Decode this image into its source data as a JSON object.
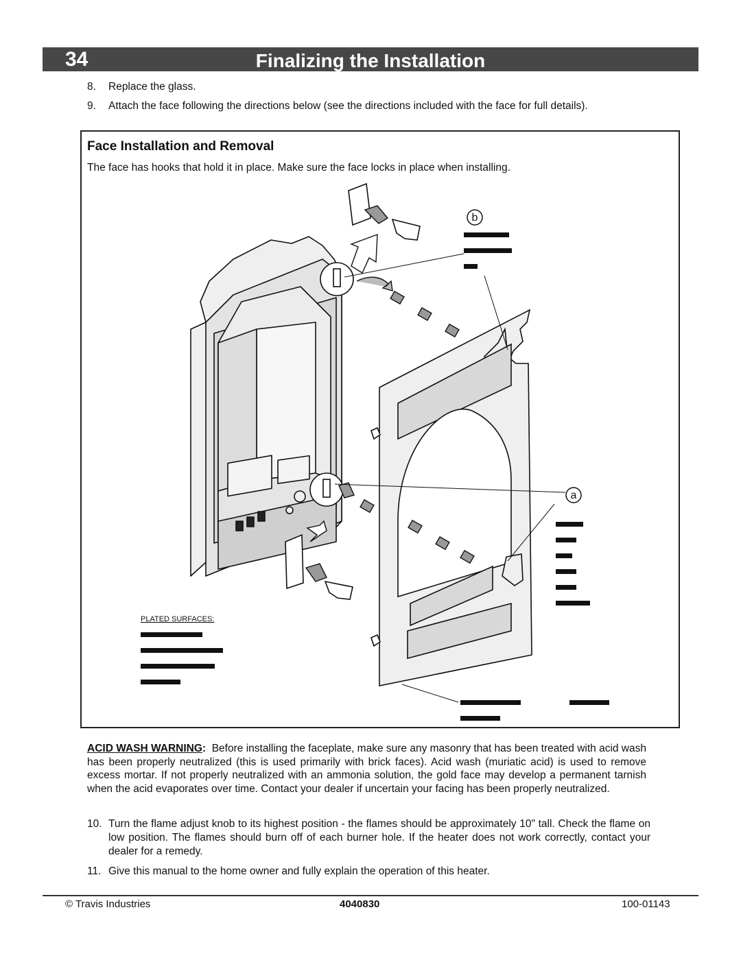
{
  "header": {
    "page_number": "34",
    "title": "Finalizing the Installation"
  },
  "steps_top": [
    {
      "num": "8.",
      "text": "Replace the glass."
    },
    {
      "num": "9.",
      "text": "Attach the face following the directions below (see the directions included with the face for full details)."
    }
  ],
  "face_box": {
    "title": "Face Installation and Removal",
    "intro": "The face has hooks that hold it in place.  Make sure the face locks in place when installing.",
    "callouts": {
      "a": "a",
      "b": "b"
    },
    "plated_label": "PLATED SURFACES:"
  },
  "warning": {
    "label": "ACID WASH WARNING",
    "text": "Before installing the faceplate, make sure any masonry that has been treated with acid wash has been properly neutralized (this is used primarily with brick faces).  Acid wash (muriatic acid) is used to remove excess mortar.  If not properly neutralized with an ammonia solution, the gold face may develop a permanent tarnish when the acid evaporates over time.  Contact your dealer if uncertain your facing has been properly neutralized."
  },
  "steps_bottom": [
    {
      "num": "10.",
      "text": "Turn the flame adjust knob to its highest position - the flames should be approximately 10\" tall.  Check the flame on low position.  The flames should burn off of each burner hole.  If the heater does not work correctly, contact your dealer for a remedy."
    },
    {
      "num": "11.",
      "text": "Give this manual to the home owner and fully explain the operation of this heater."
    }
  ],
  "footer": {
    "left": "© Travis Industries",
    "center": "4040830",
    "right": "100-01143"
  }
}
